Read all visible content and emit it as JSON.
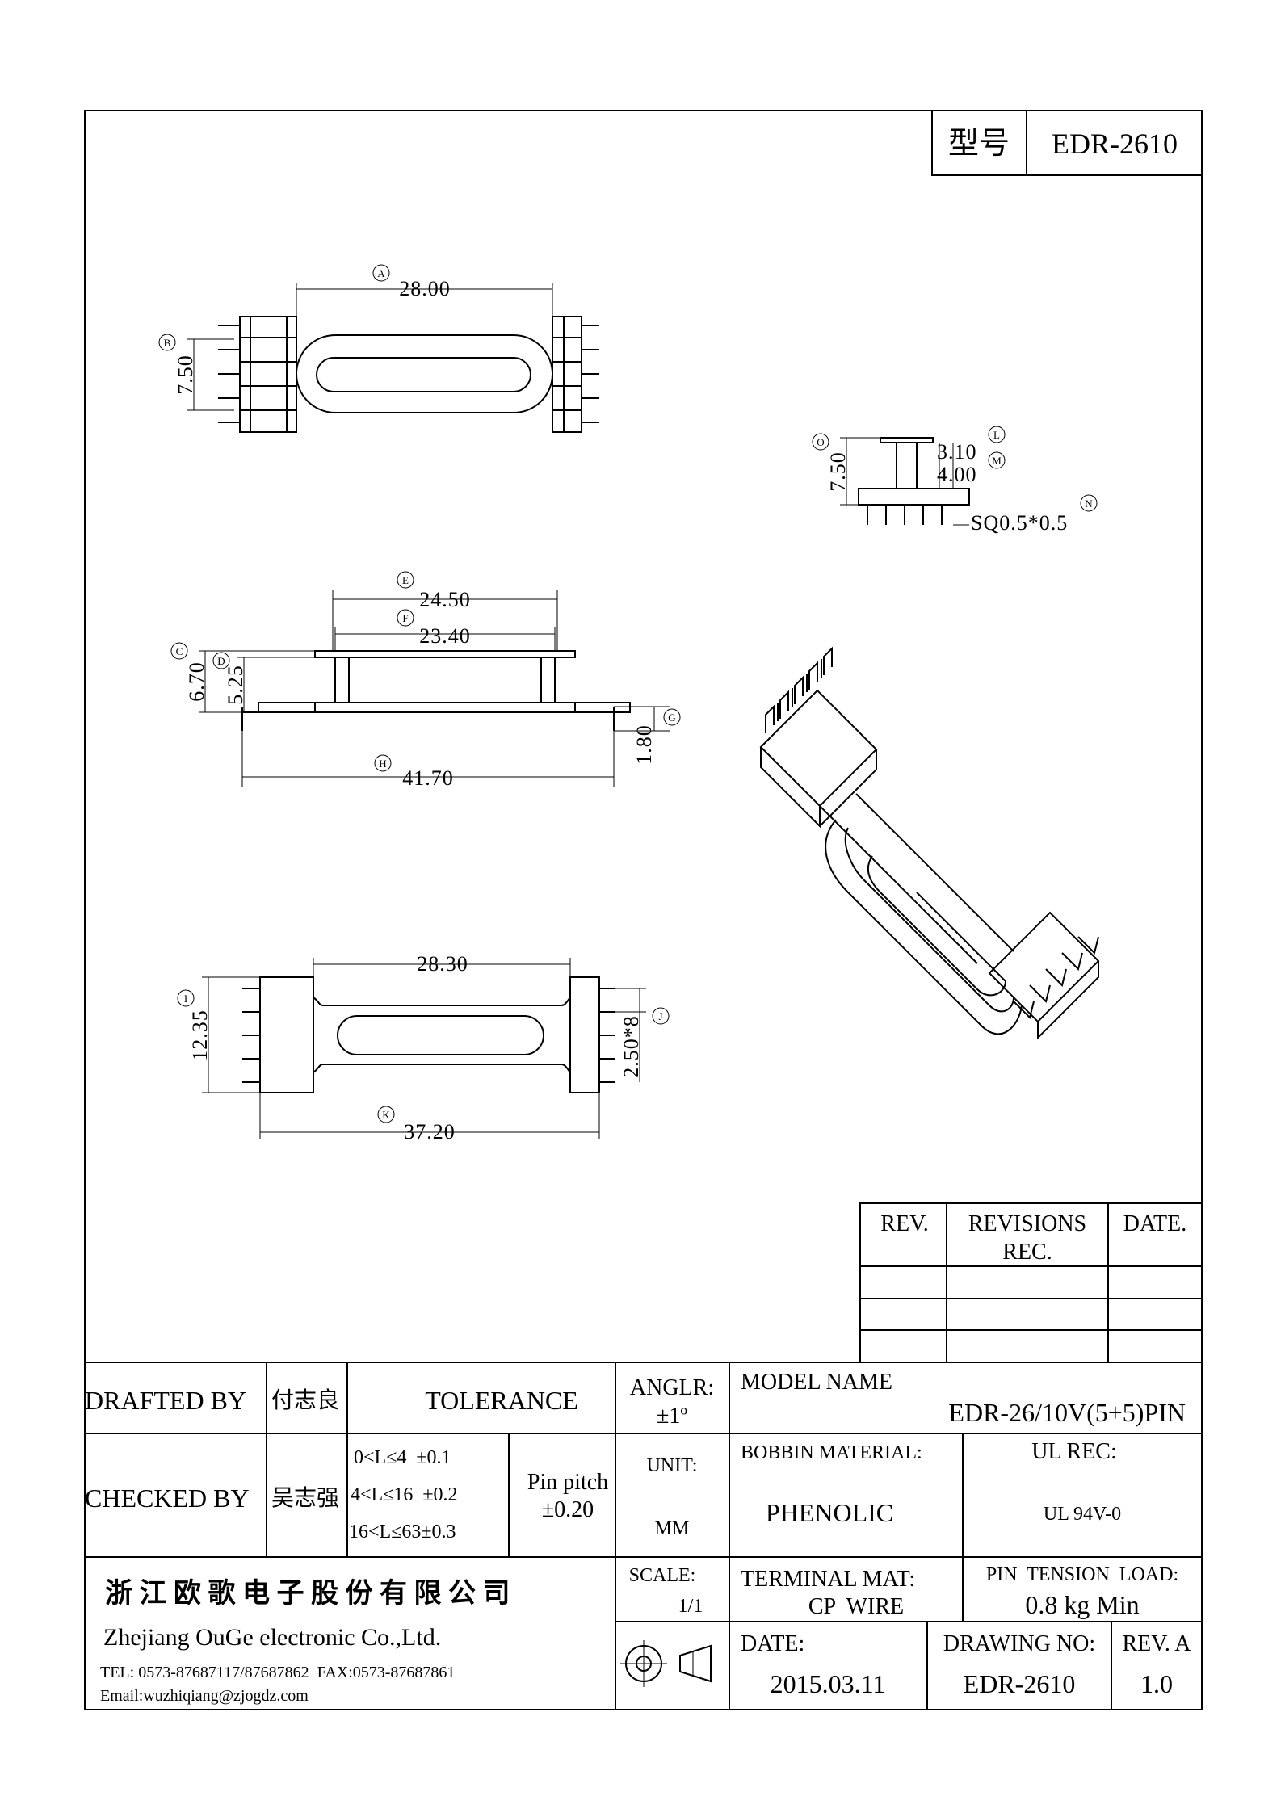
{
  "header": {
    "model_label": "型号",
    "model_value": "EDR-2610"
  },
  "dimensions": {
    "A": "28.00",
    "B": "7.50",
    "C": "6.70",
    "D": "5.25",
    "E": "24.50",
    "F": "23.40",
    "G": "1.80",
    "H": "41.70",
    "I": "12.35",
    "J": "2.50*8",
    "K": "37.20",
    "L": "3.10",
    "M": "4.00",
    "N": "SQ0.5*0.5",
    "O": "7.50",
    "top_width": "28.30"
  },
  "revisions": {
    "rev_header": "REV.",
    "rev_rec_line1": "REVISIONS",
    "rev_rec_line2": "REC.",
    "date_header": "DATE."
  },
  "title_block": {
    "drafted_by_label": "DRAFTED BY",
    "drafted_by_name": "付志良",
    "checked_by_label": "CHECKED BY",
    "checked_by_name": "吴志强",
    "tolerance_label": "TOLERANCE",
    "tol_rows": [
      "0<L≤4  ±0.1",
      "4<L≤16  ±0.2",
      "16<L≤63±0.3"
    ],
    "pin_pitch_line1": "Pin pitch",
    "pin_pitch_line2": "±0.20",
    "angle_label": "ANGLR:",
    "angle_value": "±1º",
    "unit_label": "UNIT:",
    "unit_value": "MM",
    "scale_label": "SCALE:",
    "scale_value": "1/1",
    "model_name_label": "MODEL NAME",
    "model_name_value": "EDR-26/10V(5+5)PIN",
    "bobbin_label": "BOBBIN MATERIAL:",
    "bobbin_value": "PHENOLIC",
    "ul_label": "UL REC:",
    "ul_value": "UL 94V-0",
    "terminal_label": "TERMINAL MAT:",
    "terminal_value": "CP  WIRE",
    "pin_tension_label": "PIN  TENSION  LOAD:",
    "pin_tension_value": "0.8 kg Min",
    "date_label": "DATE:",
    "date_value": "2015.03.11",
    "drawing_no_label": "DRAWING NO:",
    "drawing_no_value": "EDR-2610",
    "rev_label": "REV. A",
    "rev_value": "1.0",
    "company_cn": "浙 江 欧 歌 电 子 股 份 有 限 公 司",
    "company_en": "Zhejiang OuGe electronic Co.,Ltd.",
    "tel_line": "TEL: 0573-87687117/87687862  FAX:0573-87687861",
    "email_line": "Email:wuzhiqiang@zjogdz.com"
  }
}
